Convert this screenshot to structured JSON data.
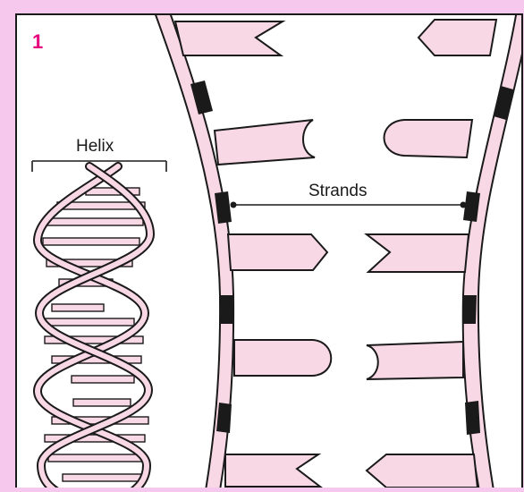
{
  "panel": {
    "number": "1",
    "helix_label": "Helix",
    "strands_label": "Strands"
  },
  "colors": {
    "background": "#f6c8ee",
    "panel": "#ffffff",
    "pink_fill": "#f8d8e4",
    "outline": "#1a1a1a",
    "dark_segment": "#1a1a1a",
    "number_accent": "#e6007e"
  }
}
